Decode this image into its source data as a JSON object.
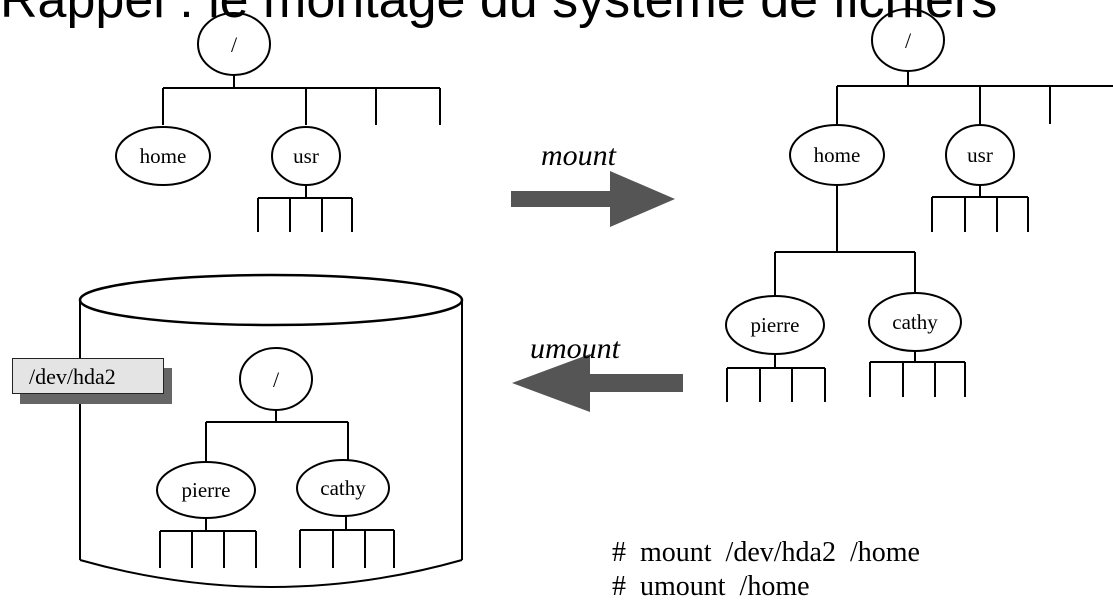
{
  "heading": "Rappel : le montage du système de fichiers",
  "operations": {
    "mount": "mount",
    "umount": "umount"
  },
  "tree_before": {
    "root": "/",
    "home": "home",
    "usr": "usr"
  },
  "tree_after": {
    "root": "/",
    "home": "home",
    "usr": "usr",
    "pierre": "pierre",
    "cathy": "cathy"
  },
  "device": {
    "name": "/dev/hda2",
    "root": "/",
    "pierre": "pierre",
    "cathy": "cathy"
  },
  "commands": [
    "#  mount  /dev/hda2  /home",
    "#  umount  /home"
  ],
  "colors": {
    "arrow": "#555555",
    "stroke": "#000000",
    "devbox_bg": "#e4e4e4",
    "devbox_shadow": "#666666"
  }
}
